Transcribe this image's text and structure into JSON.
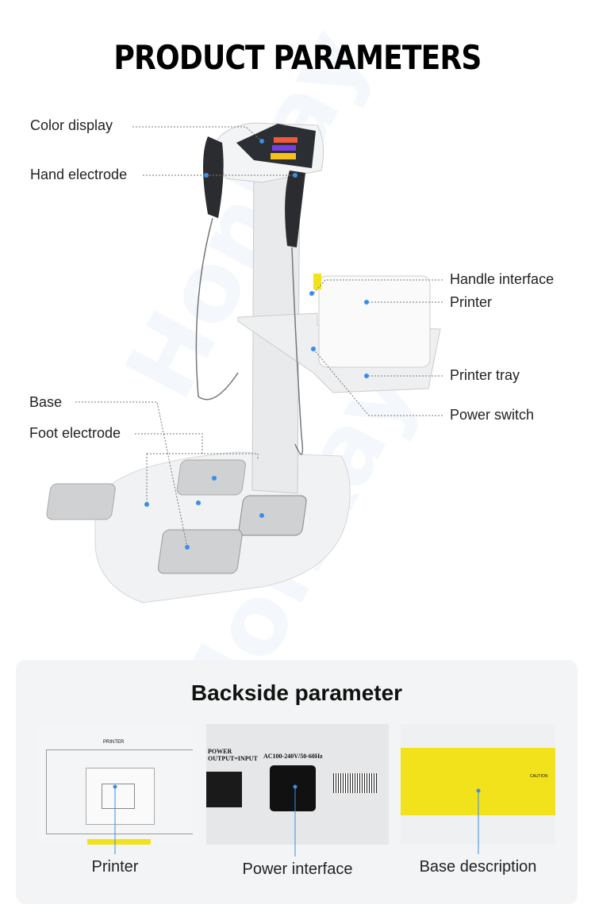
{
  "title": "PRODUCT PARAMETERS",
  "watermark": "Honkay",
  "callouts": {
    "color_display": "Color display",
    "hand_electrode": "Hand electrode",
    "handle_interface": "Handle interface",
    "printer": "Printer",
    "printer_tray": "Printer tray",
    "power_switch": "Power switch",
    "base": "Base",
    "foot_electrode": "Foot electrode"
  },
  "backside": {
    "heading": "Backside parameter",
    "items": [
      {
        "caption": "Printer",
        "panel_label": "PRINTER"
      },
      {
        "caption": "Power interface",
        "panel_label": "POWER\nOUTPUT=INPUT",
        "rating": "AC100-240V/50-60Hz"
      },
      {
        "caption": "Base description",
        "panel_label": "CAUTION"
      }
    ]
  },
  "colors": {
    "accent_dot": "#3a8ee6",
    "label_yellow": "#f2e21c",
    "panel_bg": "#f3f4f5"
  }
}
